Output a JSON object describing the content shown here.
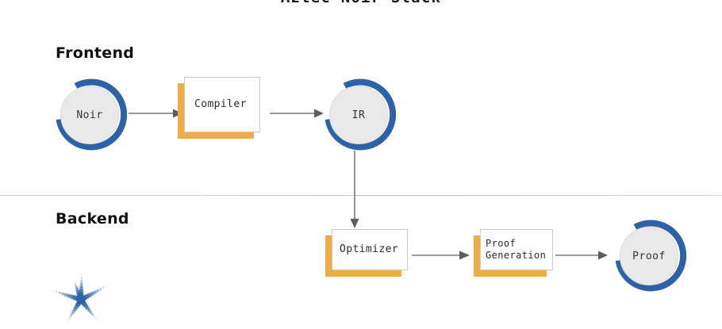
{
  "title": "Aztec Noir Stack",
  "sections": [
    {
      "id": "frontend",
      "label": "Frontend"
    },
    {
      "id": "backend",
      "label": "Backend"
    }
  ],
  "nodes": {
    "noir": {
      "label": "Noir",
      "type": "circle"
    },
    "compiler": {
      "label": "Compiler",
      "type": "box"
    },
    "ir": {
      "label": "IR",
      "type": "circle"
    },
    "optimizer": {
      "label": "Optimizer",
      "type": "box"
    },
    "proofgen": {
      "label": "Proof\nGeneration",
      "type": "box"
    },
    "proof": {
      "label": "Proof",
      "type": "circle"
    }
  },
  "edges": [
    {
      "from": "noir",
      "to": "compiler",
      "direction": "right"
    },
    {
      "from": "compiler",
      "to": "ir",
      "direction": "right"
    },
    {
      "from": "ir",
      "to": "optimizer",
      "direction": "down"
    },
    {
      "from": "optimizer",
      "to": "proofgen",
      "direction": "right"
    },
    {
      "from": "proofgen",
      "to": "proof",
      "direction": "right"
    }
  ],
  "decorations": [
    {
      "name": "starburst",
      "shape": "dotted-star"
    },
    {
      "name": "section-divider",
      "shape": "horizontal-rule"
    }
  ],
  "colors": {
    "accent_blue": "#2d62a8",
    "accent_orange": "#eead43",
    "disc_fill": "#e9e9e9",
    "arrow_gray": "#7a7a7a",
    "divider_gray": "#cfcfcf",
    "text_dark": "#1b1b1b",
    "box_face": "#ffffff"
  }
}
